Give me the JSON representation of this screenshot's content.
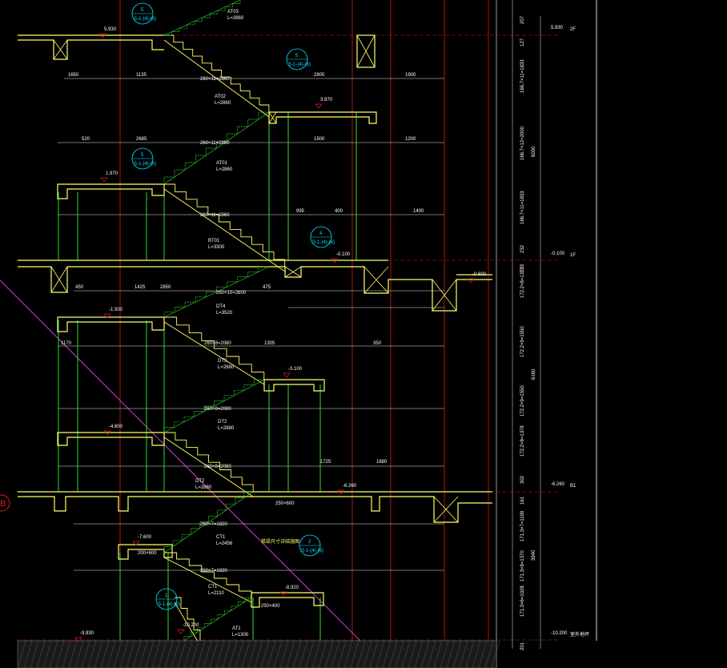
{
  "drawing": {
    "colors": {
      "background": "#000000",
      "slab": "#ffff66",
      "grid_red": "#e01818",
      "wall_green": "#2edc2e",
      "dim_white": "#e8e8e8",
      "label_cyan": "#00e5ff",
      "diagonal_magenta": "#d23cd2",
      "ground_gray": "#888888"
    },
    "axis_label": "B",
    "floor_labels": [
      "2F",
      "1F",
      "B1",
      "室外地坪"
    ],
    "elevations": [
      "5.930",
      "3.970",
      "1.970",
      "-0.100",
      "-0.600",
      "-1.500",
      "-3.100",
      "-4.600",
      "-6.260",
      "-7.600",
      "-8.920",
      "-9.930",
      "-10.200"
    ],
    "right_elevations": [
      "5.930",
      "-0.100",
      "-6.260",
      "-10.200"
    ],
    "stair_labels": [
      "AT03",
      "AT02",
      "AT01",
      "BT01",
      "DT4",
      "DT3",
      "DT2",
      "DT2",
      "CT1",
      "CT1",
      "AT1"
    ],
    "stair_lengths": [
      "L=2860",
      "L=2860",
      "L=2860",
      "L=3300",
      "L=3520",
      "L=2880",
      "L=2880",
      "L=2880",
      "L=2456",
      "L=2110",
      "L=1300"
    ],
    "stair_dims": [
      "260×11=2860",
      "260×11=2860",
      "260×11=2860",
      "260×10=2600",
      "260×8=2080",
      "260×8=2080",
      "260×8=2080",
      "260×7=1820",
      "260×7=1820"
    ],
    "horizontal_dims": [
      "1650",
      "1135",
      "2805",
      "1900",
      "520",
      "2685",
      "1500",
      "1200",
      "995",
      "400",
      "1400",
      "450",
      "1425",
      "2850",
      "475",
      "1170",
      "1305",
      "350",
      "1725",
      "1880"
    ],
    "detail_tags": [
      {
        "num": "5",
        "ref": "S-1-(4)-(6)"
      },
      {
        "num": "5",
        "ref": "S-1-(4)-(6)"
      },
      {
        "num": "5",
        "ref": "S-1-(4)-(6)"
      },
      {
        "num": "4",
        "ref": "S-1-(4)-(6)"
      },
      {
        "num": "2",
        "ref": "S-1-(4)-(6)"
      },
      {
        "num": "1",
        "ref": "S-1-(4)-(6)"
      }
    ],
    "vertical_dims": [
      "207",
      "127",
      "166.7×11=1833",
      "166.7×12=2000",
      "6000",
      "166.7×11=1833",
      "232",
      "103",
      "172.2×8=1377",
      "172.2×9=1550",
      "6160",
      "172.2×9=1550",
      "172.2×8=1378",
      "302",
      "161",
      "171.3×7=1199",
      "3940",
      "171.3×8=1370",
      "171.3×6=1028",
      "201"
    ],
    "beam_labels": [
      "250×600",
      "200×600",
      "250×400"
    ],
    "note": "梯梁尺寸详结施图"
  }
}
